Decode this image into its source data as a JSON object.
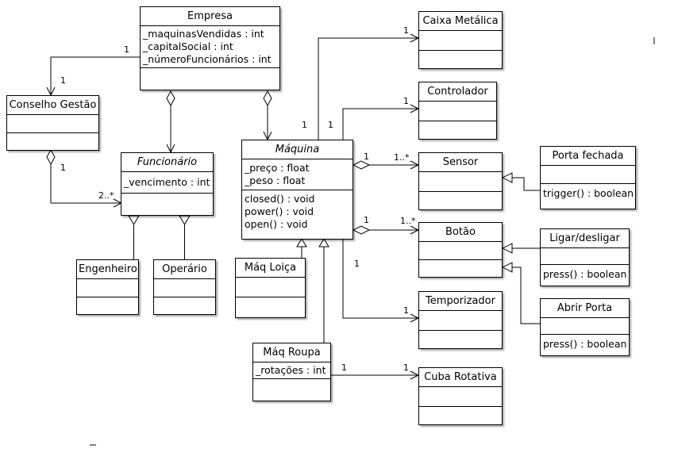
{
  "classes": {
    "empresa": {
      "name": "Empresa",
      "attrs": [
        "_maquinasVendidas : int",
        "_capitalSocial : int",
        "_númeroFuncionários : int"
      ],
      "ops": []
    },
    "conselho": {
      "name": "Conselho Gestão",
      "attrs": [],
      "ops": []
    },
    "funcionario": {
      "name": "Funcionário",
      "attrs": [
        "_vencimento : int"
      ],
      "ops": []
    },
    "engenheiro": {
      "name": "Engenheiro",
      "attrs": [],
      "ops": []
    },
    "operario": {
      "name": "Operário",
      "attrs": [],
      "ops": []
    },
    "maquina": {
      "name": "Máquina",
      "attrs": [
        "_preço : float",
        "_peso : float"
      ],
      "ops": [
        "closed() : void",
        "power() : void",
        "open() : void"
      ]
    },
    "maqloica": {
      "name": "Máq Loiça",
      "attrs": [],
      "ops": []
    },
    "maqroupa": {
      "name": "Máq Roupa",
      "attrs": [
        "_rotações : int"
      ],
      "ops": []
    },
    "caixa": {
      "name": "Caixa Metálica",
      "attrs": [],
      "ops": []
    },
    "controlador": {
      "name": "Controlador",
      "attrs": [],
      "ops": []
    },
    "sensor": {
      "name": "Sensor",
      "attrs": [],
      "ops": []
    },
    "botao": {
      "name": "Botão",
      "attrs": [],
      "ops": []
    },
    "temporizador": {
      "name": "Temporizador",
      "attrs": [],
      "ops": []
    },
    "cuba": {
      "name": "Cuba Rotativa",
      "attrs": [],
      "ops": []
    },
    "portafechada": {
      "name": "Porta fechada",
      "attrs": [],
      "ops": [
        "trigger() : boolean"
      ]
    },
    "ligar": {
      "name": "Ligar/desligar",
      "attrs": [],
      "ops": [
        "press() : boolean"
      ]
    },
    "abrir": {
      "name": "Abrir Porta",
      "attrs": [],
      "ops": [
        "press() : boolean"
      ]
    }
  },
  "multiplicities": {
    "empresa_conselho_a": "1",
    "empresa_conselho_b": "1",
    "conselho_func_a": "1",
    "conselho_func_b": "2..*",
    "maq_caixa_a": "1",
    "maq_caixa_b": "1",
    "maq_ctrl_a": "1",
    "maq_ctrl_b": "1",
    "maq_sensor_a": "1",
    "maq_sensor_b": "1..*",
    "maq_botao_a": "1",
    "maq_botao_b": "1..*",
    "maq_temp_a": "1",
    "maq_temp_b": "1",
    "roupa_cuba_a": "1",
    "roupa_cuba_b": "1"
  }
}
